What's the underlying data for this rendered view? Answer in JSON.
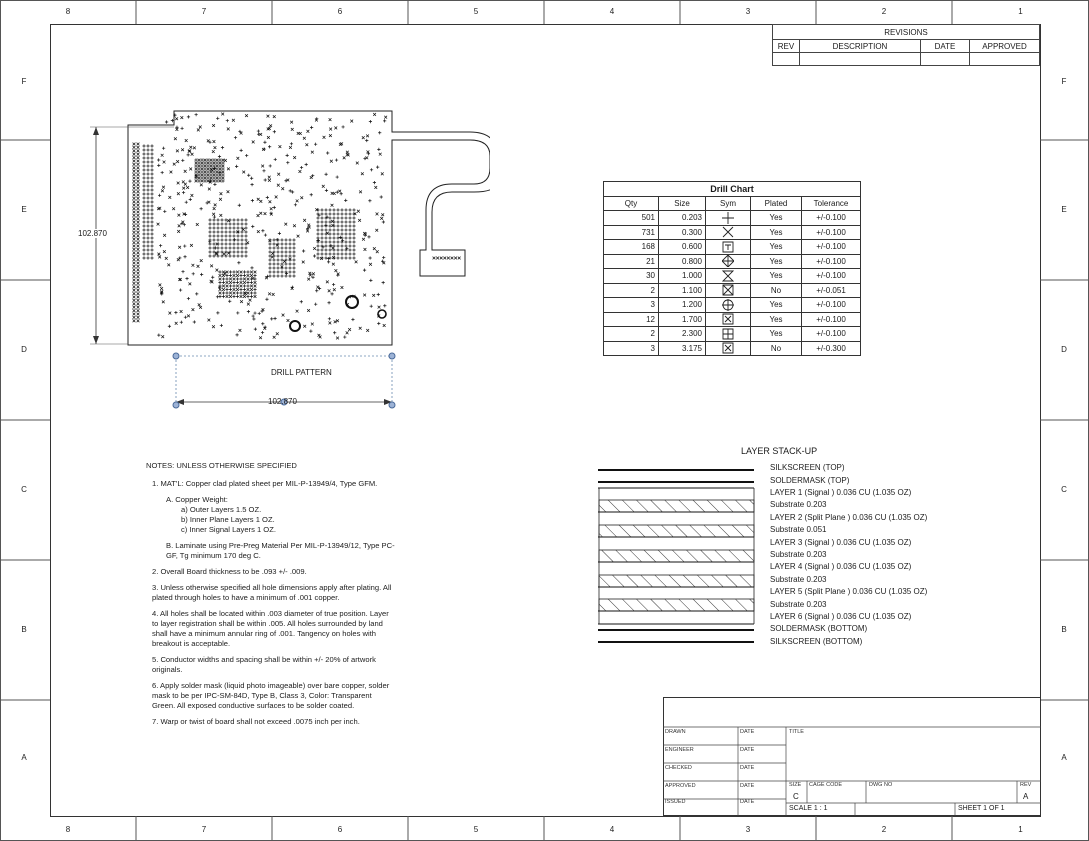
{
  "zones": {
    "columns": [
      "8",
      "7",
      "6",
      "5",
      "4",
      "3",
      "2",
      "1"
    ],
    "rows": [
      "F",
      "E",
      "D",
      "C",
      "B",
      "A"
    ]
  },
  "revisions": {
    "title": "REVISIONS",
    "headers": [
      "REV",
      "DESCRIPTION",
      "DATE",
      "APPROVED"
    ]
  },
  "board": {
    "dim_vertical": "102.870",
    "dim_horizontal": "102.870",
    "caption": "DRILL PATTERN"
  },
  "drill_chart": {
    "title": "Drill Chart",
    "headers": [
      "Qty",
      "Size",
      "Sym",
      "Plated",
      "Tolerance"
    ],
    "rows": [
      {
        "qty": "501",
        "size": "0.203",
        "sym": "plus",
        "plated": "Yes",
        "tol": "+/-0.100"
      },
      {
        "qty": "731",
        "size": "0.300",
        "sym": "cross",
        "plated": "Yes",
        "tol": "+/-0.100"
      },
      {
        "qty": "168",
        "size": "0.600",
        "sym": "square-t",
        "plated": "Yes",
        "tol": "+/-0.100"
      },
      {
        "qty": "21",
        "size": "0.800",
        "sym": "diamond-plus",
        "plated": "Yes",
        "tol": "+/-0.100"
      },
      {
        "qty": "30",
        "size": "1.000",
        "sym": "hourglass",
        "plated": "Yes",
        "tol": "+/-0.100"
      },
      {
        "qty": "2",
        "size": "1.100",
        "sym": "bowtie",
        "plated": "No",
        "tol": "+/-0.051"
      },
      {
        "qty": "3",
        "size": "1.200",
        "sym": "circle-plus",
        "plated": "Yes",
        "tol": "+/-0.100"
      },
      {
        "qty": "12",
        "size": "1.700",
        "sym": "square-x",
        "plated": "Yes",
        "tol": "+/-0.100"
      },
      {
        "qty": "2",
        "size": "2.300",
        "sym": "square-plus",
        "plated": "Yes",
        "tol": "+/-0.100"
      },
      {
        "qty": "3",
        "size": "3.175",
        "sym": "square-x",
        "plated": "No",
        "tol": "+/-0.300"
      }
    ]
  },
  "stackup": {
    "title": "LAYER STACK-UP",
    "labels": [
      "SILKSCREEN (TOP)",
      "SOLDERMASK (TOP)",
      "LAYER 1 (Signal ) 0.036 CU (1.035 OZ)",
      "Substrate 0.203",
      "LAYER 2 (Split Plane ) 0.036 CU (1.035 OZ)",
      "Substrate 0.051",
      "LAYER 3 (Signal ) 0.036 CU (1.035 OZ)",
      "Substrate 0.203",
      "LAYER 4 (Signal ) 0.036 CU (1.035 OZ)",
      "Substrate 0.203",
      "LAYER 5 (Split Plane ) 0.036 CU (1.035 OZ)",
      "Substrate 0.203",
      "LAYER 6 (Signal ) 0.036 CU (1.035 OZ)",
      "SOLDERMASK (BOTTOM)",
      "SILKSCREEN (BOTTOM)"
    ]
  },
  "notes": {
    "heading": "NOTES: UNLESS OTHERWISE SPECIFIED",
    "n1": "1.   MAT'L: Copper clad plated sheet per MIL-P-13949/4, Type GFM.",
    "n1a": "A.   Copper Weight:",
    "n1a_a": "a)   Outer Layers 1.5 OZ.",
    "n1a_b": "b)   Inner Plane Layers 1 OZ.",
    "n1a_c": "c)   Inner Signal Layers 1 OZ.",
    "n1b": "B.   Laminate using Pre-Preg Material Per MIL-P-13949/12, Type PC-GF, Tg minimum 170 deg C.",
    "n2": "2.   Overall Board thickness to be .093 +/- .009.",
    "n3": "3.   Unless otherwise specified all hole dimensions apply after plating. All plated through holes to have a minimum of .001 copper.",
    "n4": "4.   All holes shall be located within .003 diameter of true position. Layer to layer registration shall be within .005. All holes surrounded by land shall have a minimum annular ring of .001. Tangency on holes with breakout is acceptable.",
    "n5": "5.   Conductor widths and spacing shall be within +/- 20% of artwork originals.",
    "n6": "6.   Apply solder mask (liquid photo imageable) over bare copper, solder mask to be per IPC-SM-84D, Type B, Class 3, Color: Transparent Green. All exposed conductive surfaces to be solder coated.",
    "n7": "7.   Warp or twist of board shall not exceed .0075 inch per inch."
  },
  "title_block": {
    "rows": [
      "DRAWN",
      "ENGINEER",
      "CHECKED",
      "APPROVED",
      "ISSUED"
    ],
    "date": "DATE",
    "title": "TITLE",
    "size_lbl": "SIZE",
    "size_val": "C",
    "cage": "CAGE CODE",
    "dwg": "DWG NO",
    "rev_lbl": "REV",
    "rev_val": "A",
    "scale": "SCALE 1 : 1",
    "sheet": "SHEET 1 OF 1"
  }
}
